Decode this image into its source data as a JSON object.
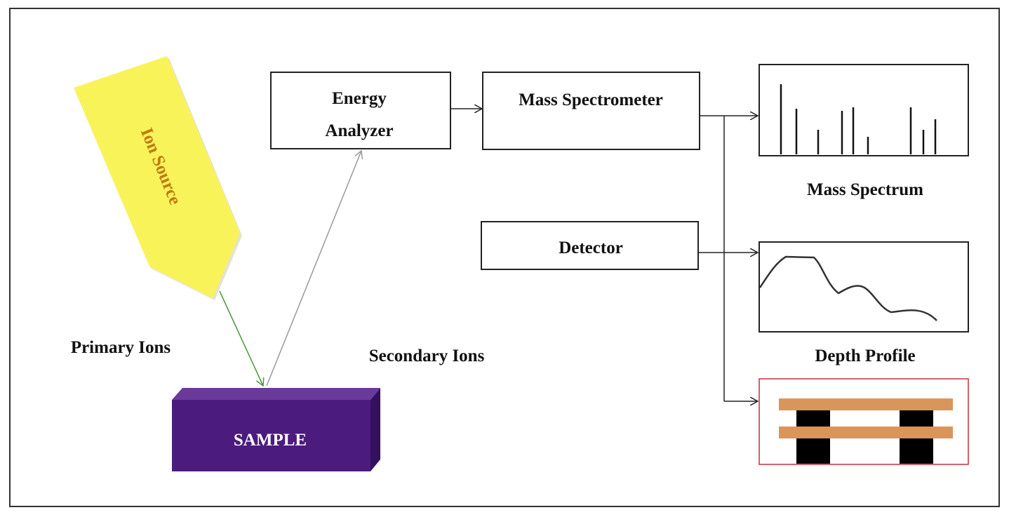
{
  "ion_source": {
    "label": "Ion Source",
    "fill": "#f9f35a",
    "text_color": "#c07a10"
  },
  "primary_ions": "Primary Ions",
  "secondary_ions": "Secondary Ions",
  "sample": {
    "label": "SAMPLE",
    "fill": "#4b1b7d"
  },
  "energy_analyzer": {
    "line1": "Energy",
    "line2": "Analyzer"
  },
  "mass_spectrometer": "Mass Spectrometer",
  "detector": "Detector",
  "mass_spectrum": {
    "label": "Mass Spectrum"
  },
  "depth_profile": {
    "label": "Depth Profile"
  },
  "image_box": {
    "border": "#c0303a",
    "plank": "#d9955a"
  },
  "colors": {
    "primary_beam": "#4a9a3a",
    "secondary_beam": "#999999"
  }
}
